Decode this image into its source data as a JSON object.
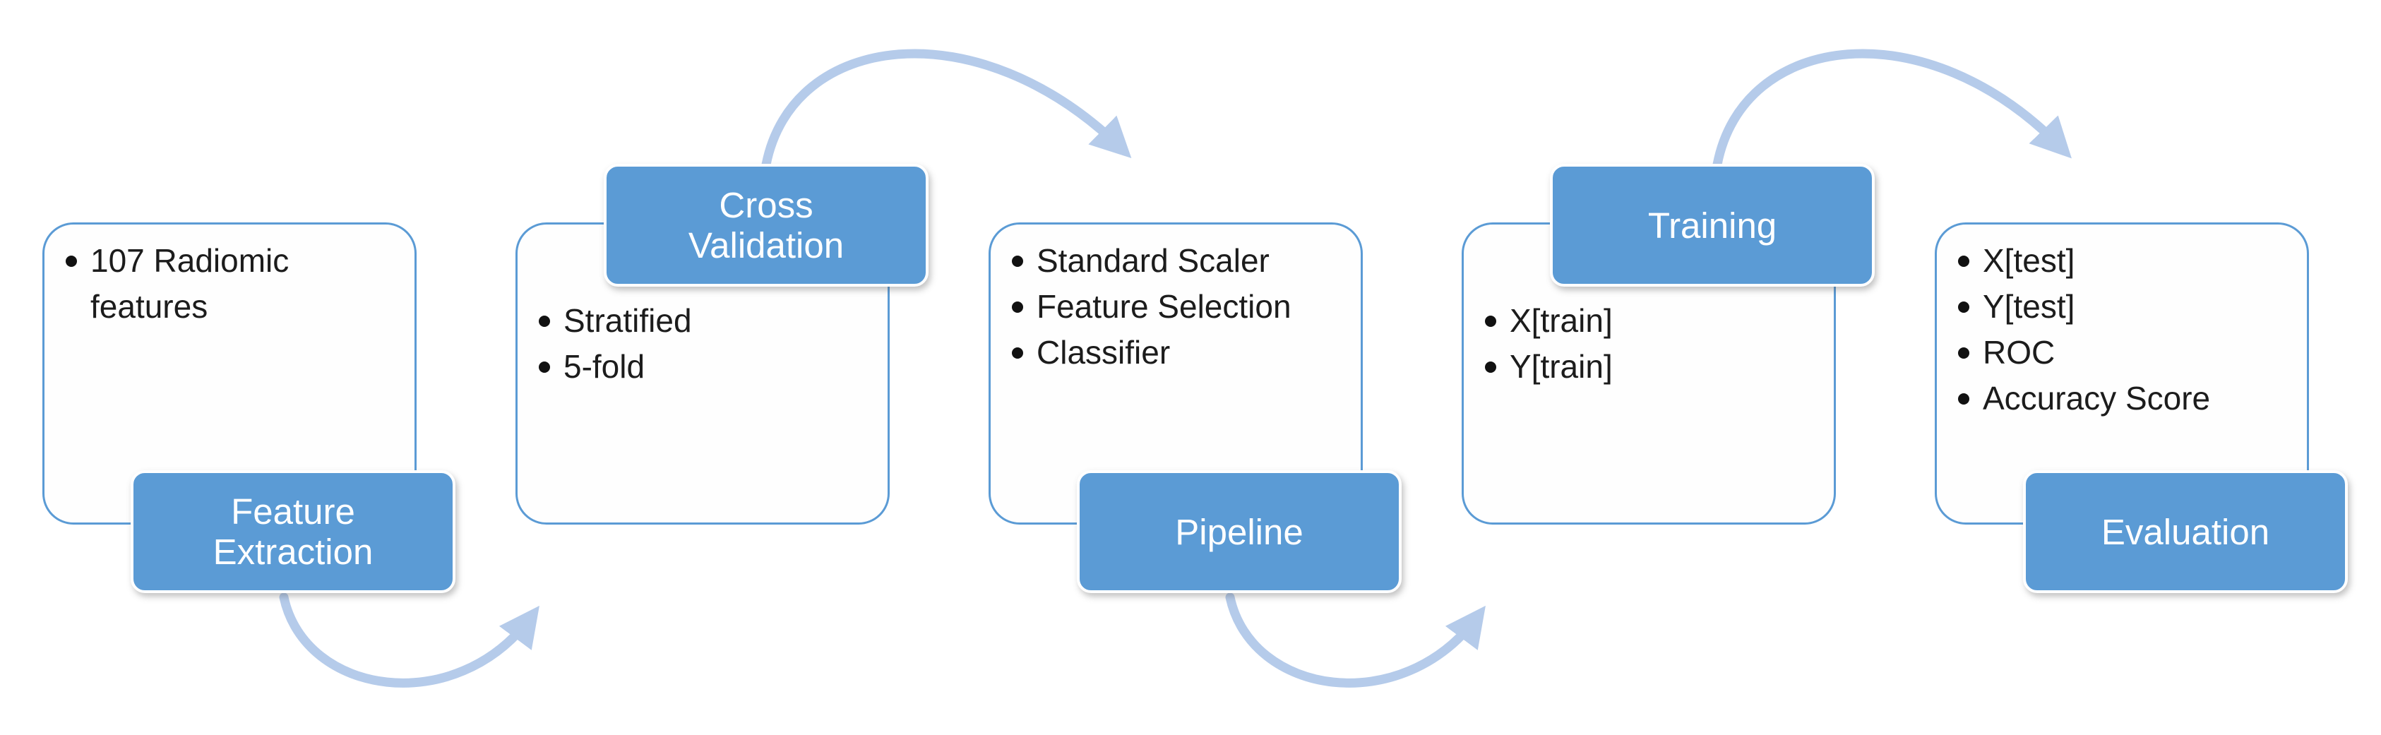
{
  "diagram": {
    "type": "process-flow",
    "background_color": "#ffffff",
    "colors": {
      "label_fill": "#5b9bd5",
      "label_text": "#ffffff",
      "panel_border": "#5b9bd5",
      "panel_fill": "#fefefe",
      "bullet_text": "#1c1c1c",
      "arrow": "#b5cbea"
    },
    "stages": [
      {
        "id": "feature-extraction",
        "title": "Feature Extraction",
        "title_lines": [
          "Feature",
          "Extraction"
        ],
        "label_position": "bottom",
        "bullets": [
          "107 Radiomic features"
        ]
      },
      {
        "id": "cross-validation",
        "title": "Cross Validation",
        "title_lines": [
          "Cross",
          "Validation"
        ],
        "label_position": "top",
        "bullets": [
          "Stratified",
          "5-fold"
        ]
      },
      {
        "id": "pipeline",
        "title": "Pipeline",
        "title_lines": [
          "Pipeline"
        ],
        "label_position": "bottom",
        "bullets": [
          "Standard Scaler",
          "Feature Selection",
          "Classifier"
        ]
      },
      {
        "id": "training",
        "title": "Training",
        "title_lines": [
          "Training"
        ],
        "label_position": "top",
        "bullets": [
          "X[train]",
          "Y[train]"
        ]
      },
      {
        "id": "evaluation",
        "title": "Evaluation",
        "title_lines": [
          "Evaluation"
        ],
        "label_position": "bottom",
        "bullets": [
          "X[test]",
          "Y[test]",
          "ROC",
          "Accuracy Score"
        ]
      }
    ],
    "connections": [
      {
        "from": "feature-extraction",
        "to": "cross-validation",
        "arc": "below"
      },
      {
        "from": "cross-validation",
        "to": "pipeline",
        "arc": "above"
      },
      {
        "from": "pipeline",
        "to": "training",
        "arc": "below"
      },
      {
        "from": "training",
        "to": "evaluation",
        "arc": "above"
      }
    ]
  }
}
